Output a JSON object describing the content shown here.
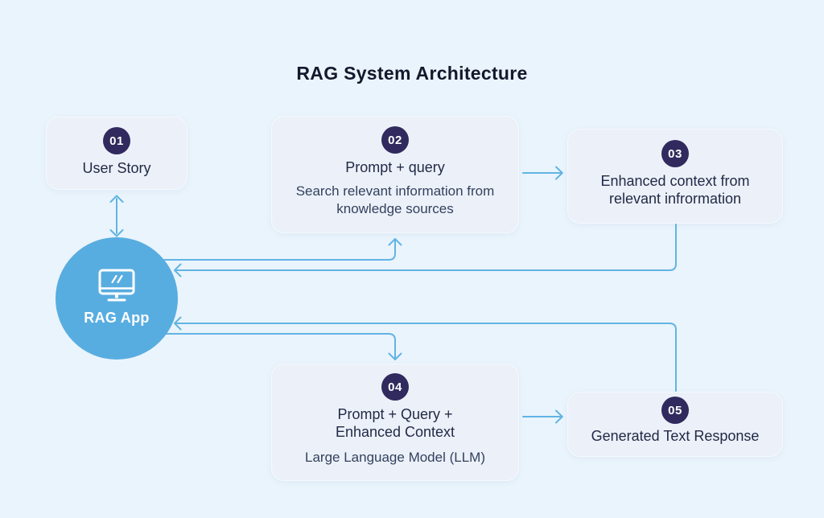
{
  "title": "RAG System Architecture",
  "app": {
    "label": "RAG App",
    "icon": "monitor-icon"
  },
  "steps": {
    "s1": {
      "badge": "01",
      "title": "User Story"
    },
    "s2": {
      "badge": "02",
      "title": "Prompt + query",
      "subtitle": "Search relevant information from knowledge sources"
    },
    "s3": {
      "badge": "03",
      "title": "Enhanced context from relevant infrormation"
    },
    "s4": {
      "badge": "04",
      "title": "Prompt + Query + Enhanced Context",
      "subtitle": "Large Language Model (LLM)"
    },
    "s5": {
      "badge": "05",
      "title": "Generated Text Response"
    }
  },
  "connections": [
    {
      "from": "User Story",
      "to": "RAG App",
      "style": "double-headed-vertical"
    },
    {
      "from": "RAG App",
      "to": "Prompt + query",
      "style": "right-then-up"
    },
    {
      "from": "Prompt + query",
      "to": "Enhanced context from relevant infrormation",
      "style": "right"
    },
    {
      "from": "Enhanced context from relevant infrormation",
      "to": "RAG App",
      "style": "down-then-left"
    },
    {
      "from": "RAG App",
      "to": "Prompt + Query + Enhanced Context",
      "style": "right-then-down"
    },
    {
      "from": "Prompt + Query + Enhanced Context",
      "to": "Generated Text Response",
      "style": "right"
    },
    {
      "from": "Generated Text Response",
      "to": "RAG App",
      "style": "up-then-left"
    }
  ],
  "colors": {
    "background": "#eaf4fc",
    "node_fill": "#ecf1f9",
    "badge": "#302a5e",
    "app_circle": "#58ade0",
    "arrow": "#62b4e4",
    "title_text": "#14182c",
    "node_text": "#232946",
    "subtitle_text": "#33415e"
  }
}
